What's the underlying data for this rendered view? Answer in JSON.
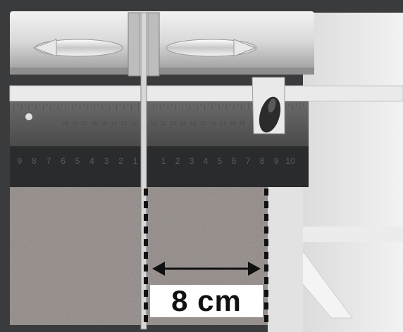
{
  "scene": {
    "subject": "ruler-measurement-illustration",
    "accent_color": "#111111",
    "background_color": "#3a3b3d"
  },
  "ruler": {
    "left_scale": [
      "9",
      "8",
      "7",
      "6",
      "5",
      "4",
      "3",
      "2",
      "1"
    ],
    "right_scale": [
      "1",
      "2",
      "3",
      "4",
      "5",
      "6",
      "7",
      "8",
      "9",
      "10"
    ],
    "upper_scale": [
      "19",
      "18",
      "17",
      "16",
      "15",
      "14",
      "13",
      "12",
      "11",
      "10",
      "11",
      "12",
      "13",
      "14",
      "15",
      "16",
      "17",
      "18",
      "19"
    ]
  },
  "measurement": {
    "label": "8 cm",
    "value": 8,
    "unit": "cm"
  }
}
